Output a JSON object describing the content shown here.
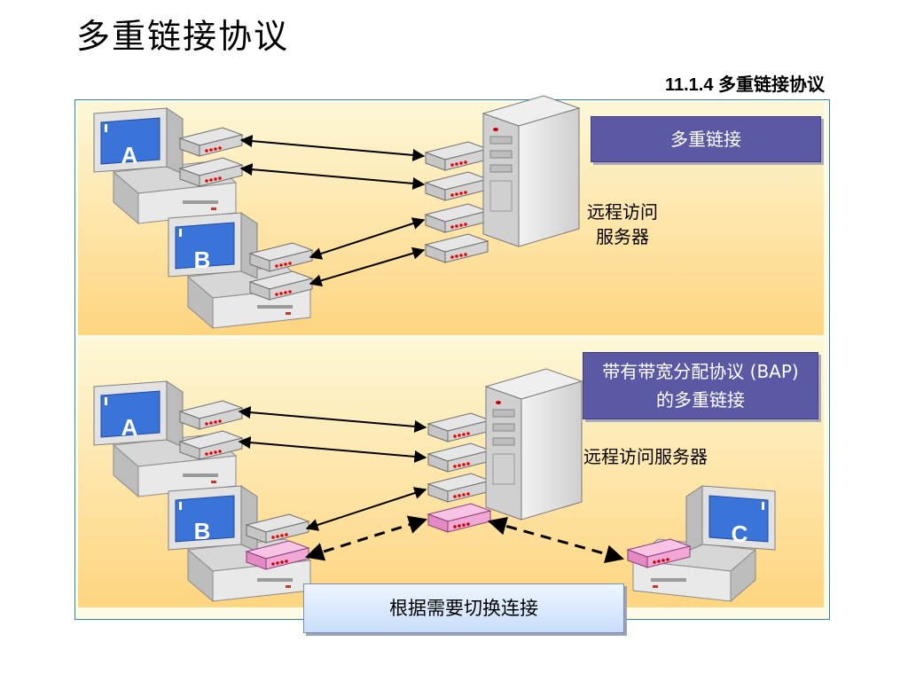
{
  "title": "多重链接协议",
  "section": "11.1.4 多重链接协议",
  "top_panel": {
    "box_label": "多重链接",
    "server_label_line1": "远程访问",
    "server_label_line2": "服务器",
    "client_a": "A",
    "client_b": "B"
  },
  "bottom_panel": {
    "box_label_line1": "带有带宽分配协议 (BAP)",
    "box_label_line2": "的多重链接",
    "server_label": "远程访问服务器",
    "client_a": "A",
    "client_b": "B",
    "client_c": "C"
  },
  "footer_box": "根据需要切换连接",
  "colors": {
    "label_box": "#5b59a3",
    "panel_gradient_bottom": "#fed580",
    "modem_gray": "#d9d9d9",
    "modem_pink": "#f2a6d8",
    "screen_blue": "#3a74d8"
  }
}
